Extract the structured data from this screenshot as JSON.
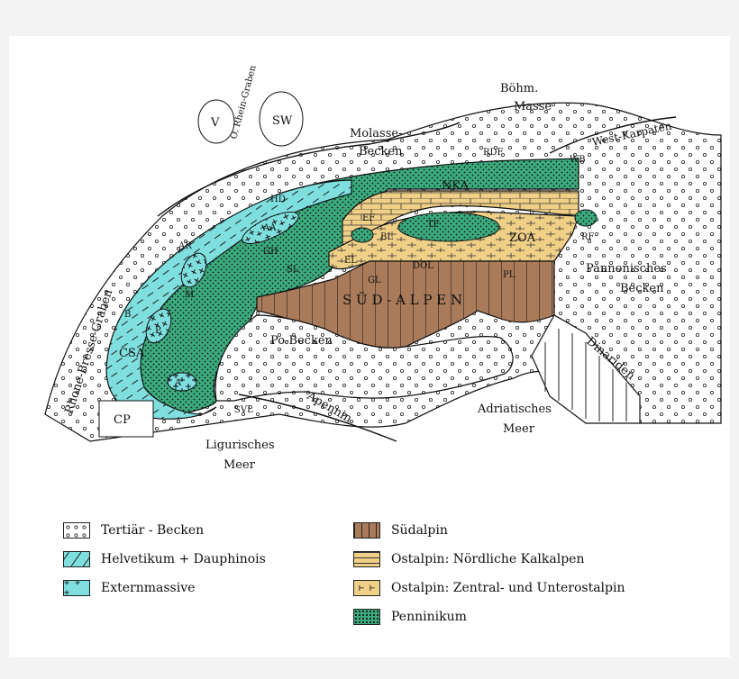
{
  "colors": {
    "tertiaer": "#ffffff",
    "helvetikum": "#7fdede",
    "externmassive": "#7fdede",
    "suedalpin": "#a97b5a",
    "nka": "#f0cf87",
    "zoa": "#f0cf87",
    "penninikum": "#3cab7d"
  },
  "labels": {
    "boehm": "Böhm.",
    "masse": "Masse",
    "molasse": "Molasse-",
    "becken1": "Becken",
    "west_karpaten": "West-Karpaten",
    "rdf": "RDF",
    "wb": "WB",
    "nka": "NKA",
    "zoa": "ZOA",
    "rf": "RF",
    "tf": "TF",
    "ef": "EF",
    "bl": "BL",
    "el": "EL",
    "hd": "HD",
    "aa": "AA",
    "gh": "GH",
    "sl": "SL",
    "ar": "AR",
    "m": "M",
    "b": "B",
    "p": "P",
    "csa": "CSA",
    "a": "A",
    "cp": "CP",
    "svl": "SVL",
    "gl": "GL",
    "dol": "DOL",
    "pl": "PL",
    "suedalpen": "S Ü D - A L P E N",
    "po_becken": "Po-Becken",
    "apennin": "Apennin",
    "ligurisches": "Ligurisches",
    "meer1": "Meer",
    "adriatisches": "Adriatisches",
    "meer2": "Meer",
    "dinariden": "Dinariden",
    "pannonisches": "Pannonisches",
    "becken2": "Becken",
    "rhone_bresse": "Rhone-Bresse-Graben",
    "o_rhein": "O. Rhein-Graben",
    "v": "V",
    "sw": "SW"
  },
  "legend": [
    {
      "id": "tertiaer",
      "label": "Tertiär - Becken",
      "pattern": "dots-open"
    },
    {
      "id": "helvetikum",
      "label": "Helvetikum + Dauphinois",
      "pattern": "dashes"
    },
    {
      "id": "externmassive",
      "label": "Externmassive",
      "pattern": "crosses"
    },
    {
      "id": "suedalpin",
      "label": "Südalpin",
      "pattern": "vertical"
    },
    {
      "id": "nka",
      "label": "Ostalpin: Nördliche Kalkalpen",
      "pattern": "bricks"
    },
    {
      "id": "zoa",
      "label": "Ostalpin: Zentral- und Unterostalpin",
      "pattern": "ticks"
    },
    {
      "id": "penninikum",
      "label": "Penninikum",
      "pattern": "dots"
    }
  ]
}
